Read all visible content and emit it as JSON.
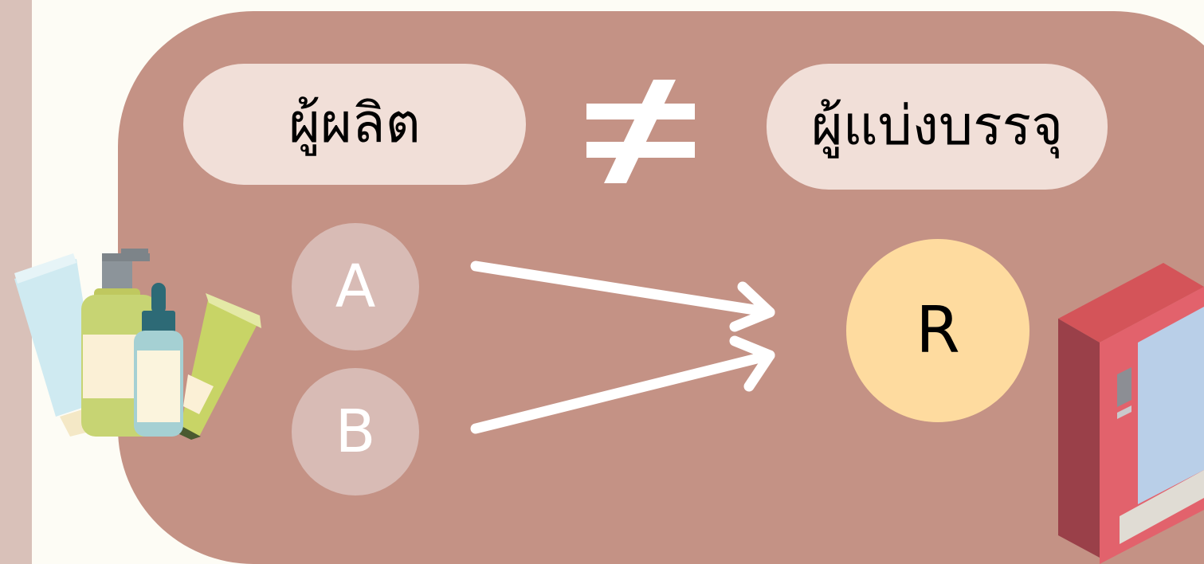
{
  "labels": {
    "producer": "ผู้ผลิต",
    "packager": "ผู้แบ่งบรรจุ"
  },
  "nodes": {
    "a": "A",
    "b": "B",
    "r": "R"
  },
  "icons": {
    "not_equal": "not-equal-sign",
    "arrows": "arrow-right",
    "products": "cosmetic-bottles-illustration",
    "machine": "vending-machine-illustration"
  },
  "colors": {
    "background": "#fdfcf5",
    "panel": "#c49285",
    "label_pill": "#f1dfd8",
    "node_circle": "#d8bbb5",
    "packager_circle": "#fedb9f"
  }
}
